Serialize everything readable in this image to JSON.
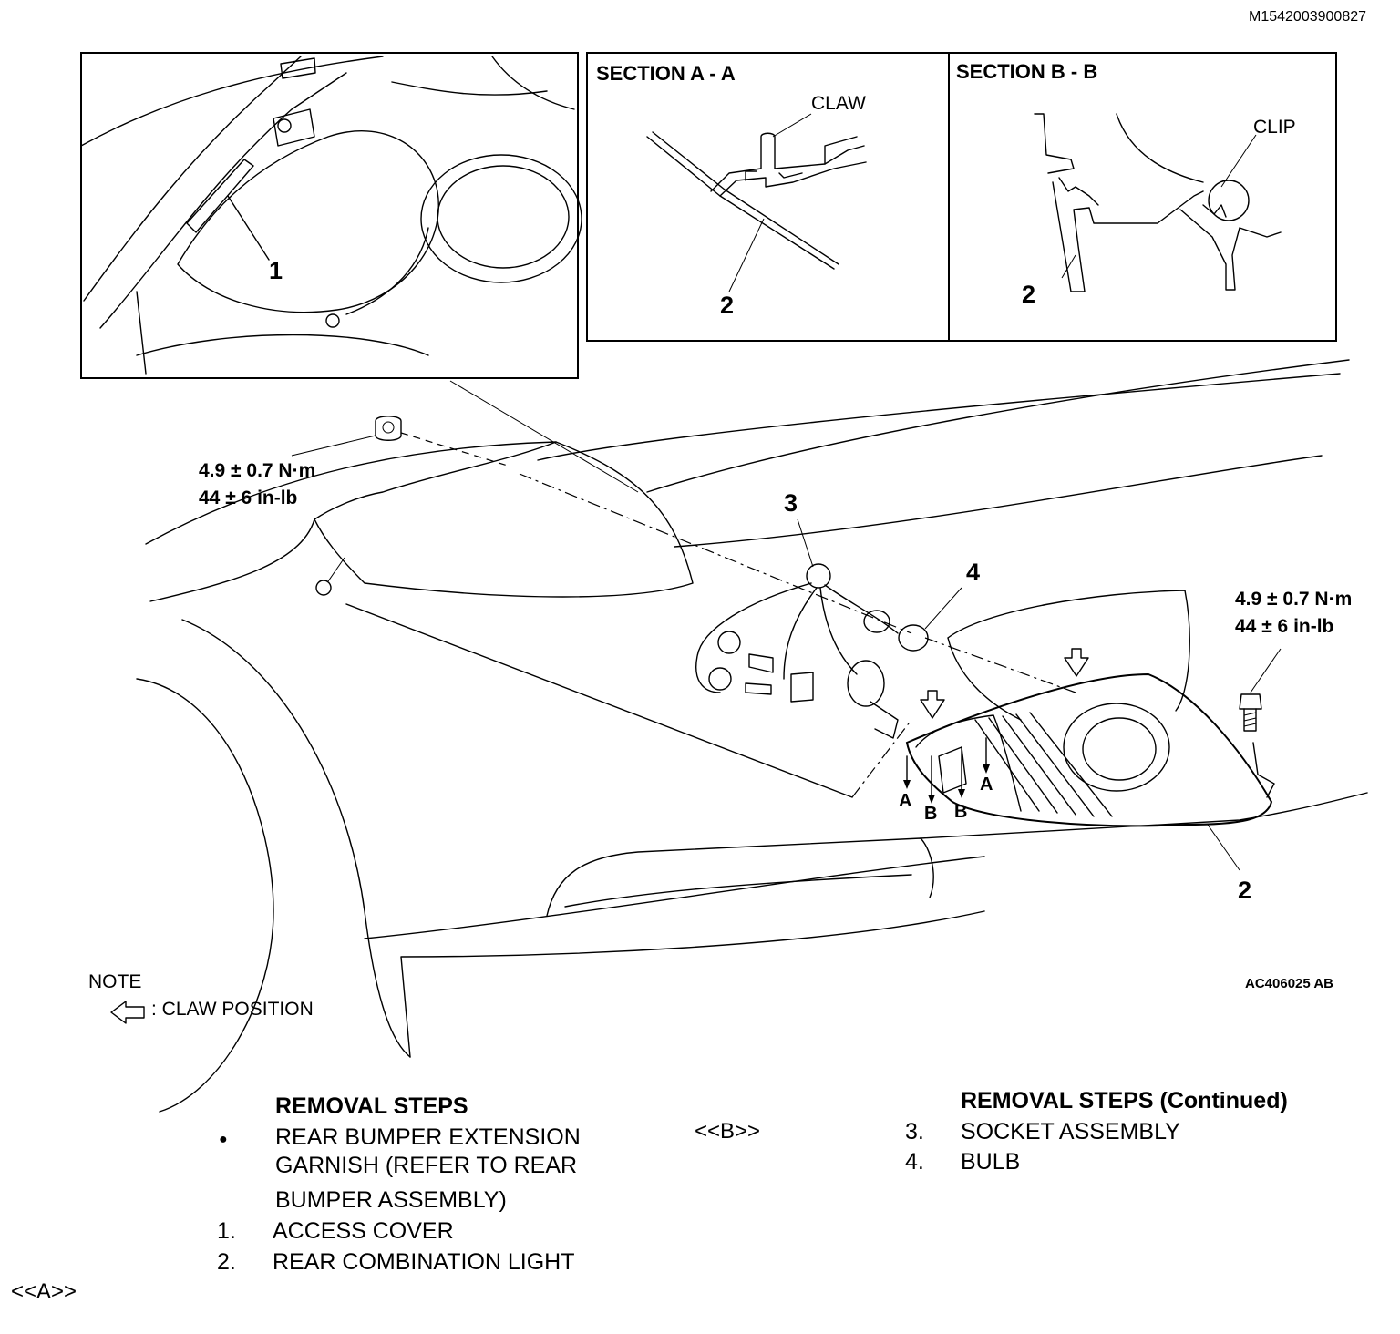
{
  "figure_id": "M1542003900827",
  "art_code": "AC406025 AB",
  "section_a": {
    "title": "SECTION A - A",
    "claw": "CLAW",
    "callout": "2"
  },
  "section_b": {
    "title": "SECTION B - B",
    "clip": "CLIP",
    "callout": "2"
  },
  "inset_callout": "1",
  "callouts": {
    "socket": "3",
    "bulb": "4",
    "light": "2"
  },
  "torque_left": {
    "line1": "4.9 ± 0.7 N·m",
    "line2": "44 ± 6 in-lb"
  },
  "torque_right": {
    "line1": "4.9 ± 0.7 N·m",
    "line2": "44 ± 6 in-lb"
  },
  "section_marks": {
    "a_left": "A",
    "b_left": "B",
    "b_right": "B",
    "a_right": "A"
  },
  "note": {
    "title": "NOTE",
    "text": ": CLAW POSITION"
  },
  "removal_steps": {
    "title": "REMOVAL STEPS",
    "bullet": "●",
    "garnish_line1": "REAR BUMPER EXTENSION",
    "garnish_line2": "GARNISH (REFER TO  REAR",
    "garnish_line3": "BUMPER ASSEMBLY)",
    "step1_num": "1.",
    "step1_text": "ACCESS COVER",
    "step2_num": "2.",
    "step2_text": "REAR COMBINATION LIGHT",
    "step2_mark": "<<A>>"
  },
  "removal_steps_cont": {
    "title": "REMOVAL STEPS (Continued)",
    "mark": "<<B>>",
    "step3_num": "3.",
    "step3_text": "SOCKET ASSEMBLY",
    "step4_num": "4.",
    "step4_text": "BULB"
  }
}
